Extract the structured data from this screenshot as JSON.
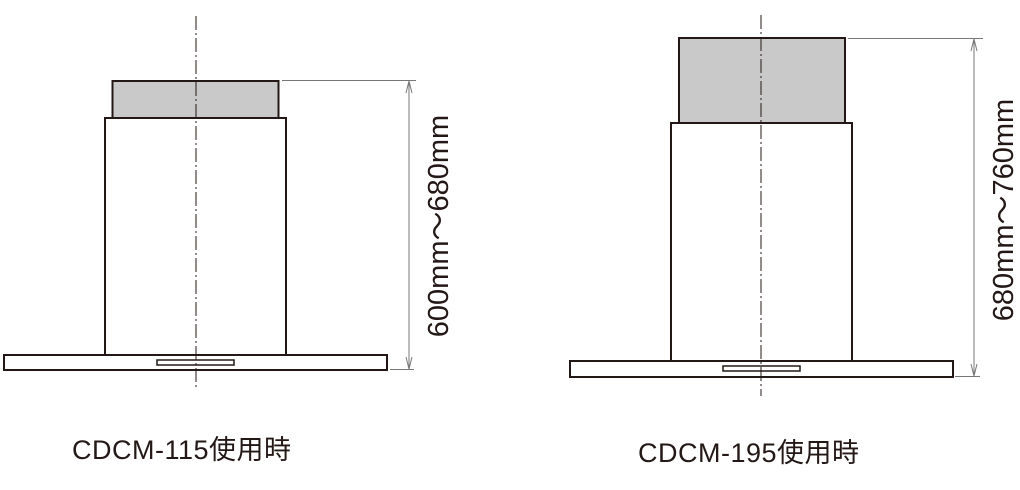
{
  "diagrams": [
    {
      "caption": "CDCM-115使用時",
      "dimension": "600mm～680mm"
    },
    {
      "caption": "CDCM-195使用時",
      "dimension": "680mm～760mm"
    }
  ],
  "colors": {
    "line": "#231815",
    "duct_fill": "#c9c9c9",
    "dim_line": "#777777"
  }
}
